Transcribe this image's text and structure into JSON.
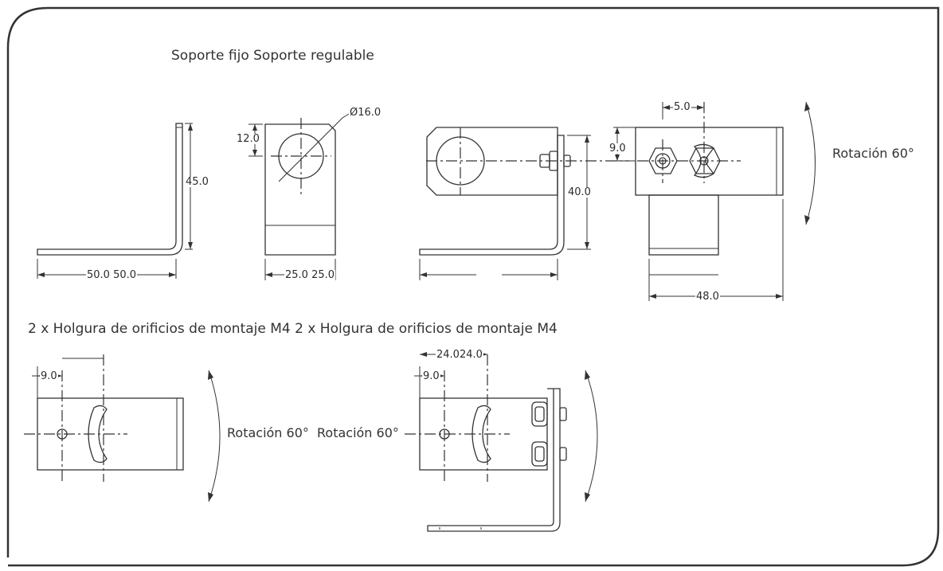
{
  "titles": {
    "top": "Soporte fijo Soporte regulable",
    "bottom": "2 x Holgura de orificios de montaje M4 2 x Holgura de orificios de montaje M4"
  },
  "dimensions": {
    "d50": "50.0 50.0",
    "d45": "45.0",
    "d12": "12.0",
    "d16": "Ø16.0",
    "d25": "25.0 25.0",
    "d40": "40.0",
    "d9_top": "9.0",
    "d5": "5.0",
    "d48": "48.0",
    "d9_bl": "9.0",
    "d9_br": "9.0",
    "d24": "24.024.0"
  },
  "rotations": {
    "top_right": "Rotación 60°",
    "bottom_left": "Rotación 60°",
    "bottom_mid": "Rotación 60°"
  }
}
